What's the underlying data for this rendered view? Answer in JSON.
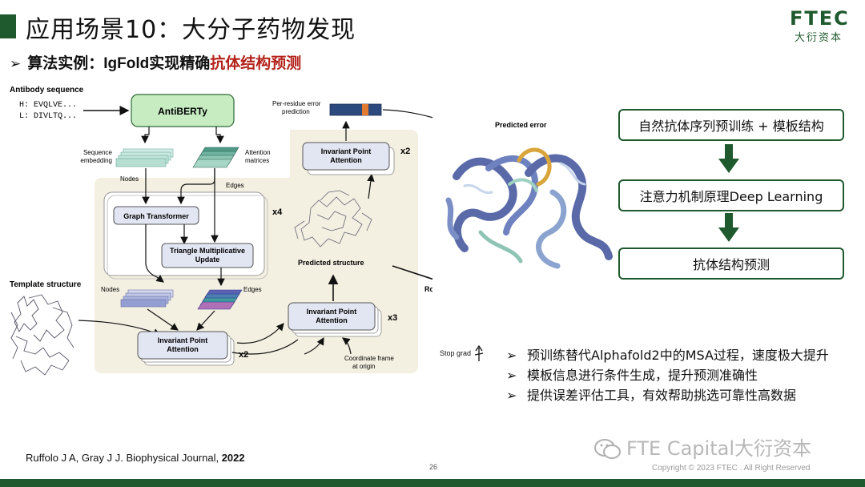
{
  "header": {
    "title": "应用场景10：大分子药物发现",
    "logo_top": "FTEC",
    "logo_bottom": "大衍资本",
    "brand_color": "#1f5a2e"
  },
  "subtitle": {
    "prefix": "算法实例：",
    "name": "IgFold",
    "mid": "实现精确",
    "highlight": "抗体结构预测",
    "highlight_color": "#b3231b"
  },
  "diagram": {
    "antibody_sequence": "Antibody sequence",
    "seq_h": "H: EVQLVE...",
    "seq_l": "L: DIVLTQ...",
    "antiberty": "AntiBERTy",
    "sequence_embedding": [
      "Sequence",
      "embedding"
    ],
    "attention_matrices": [
      "Attention",
      "matrices"
    ],
    "nodes": "Nodes",
    "edges": "Edges",
    "graph_transformer": "Graph Transformer",
    "triangle_mult": [
      "Triangle Multiplicative",
      "Update"
    ],
    "x4": "x4",
    "x2": "x2",
    "x3": "x3",
    "template_structure": "Template structure",
    "ipa": [
      "Invariant Point",
      "Attention"
    ],
    "per_residue_error": [
      "Per-residue error",
      "prediction"
    ],
    "predicted_structure": "Predicted structure",
    "predicted_error": "Predicted error",
    "rosetta_refinement": "Rosetta refinement",
    "coordinate_frame": [
      "Coordinate frame",
      "at origin"
    ],
    "stop_grad": "Stop grad"
  },
  "flow": {
    "step1": "自然抗体序列预训练 + 模板结构",
    "step2": "注意力机制原理Deep Learning",
    "step3": "抗体结构预测"
  },
  "bullets": [
    "预训练替代Alphafold2中的MSA过程，速度极大提升",
    "模板信息进行条件生成，提升预测准确性",
    "提供误差评估工具，有效帮助挑选可靠性高数据"
  ],
  "footer": {
    "citation_text": "Ruffolo J A, Gray J J. Biophysical Journal, ",
    "citation_year": "2022",
    "page_number": "26",
    "watermark": "FTE Capital大衍资本",
    "copyright": "Copyright © 2023 FTEC . All Right Reserved"
  }
}
